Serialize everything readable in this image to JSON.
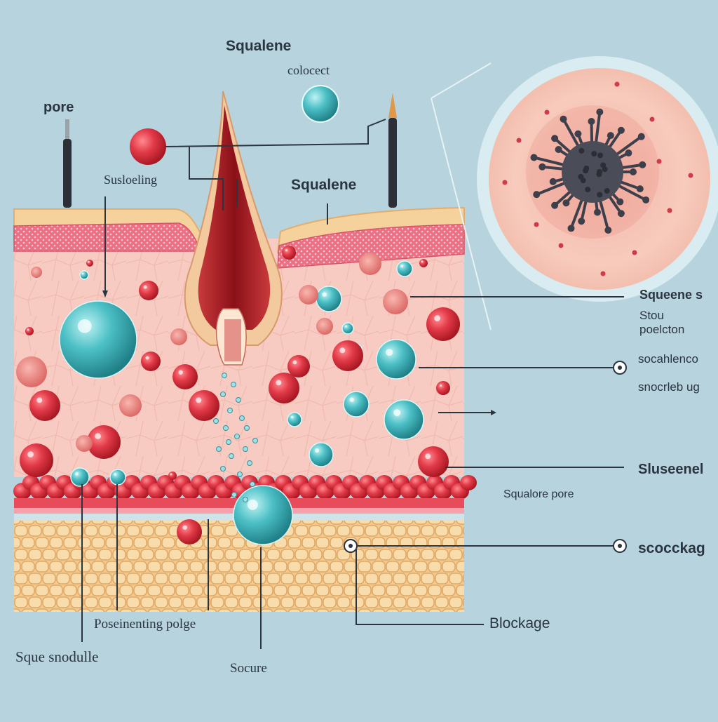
{
  "labels": {
    "squalene_top": "Squalene",
    "colocect": "colocect",
    "pore": "pore",
    "susloeling": "Susloeling",
    "squalene_mid": "Squalene",
    "squeene": "Squeene s",
    "stou": "Stou",
    "poelcton": "poelcton",
    "socahlenco": "socahlenco",
    "snocrleb": "snocrleb ug",
    "sluseenel": "Sluseenel",
    "squalore_pore": "Squalore pore",
    "scocckag": "scocckag",
    "blockage": "Blockage",
    "poseinenting": "Poseinenting polge",
    "sque_snodulle": "Sque snodulle",
    "socure": "Socure"
  },
  "colors": {
    "background": "#b6d3de",
    "skin": "#f6c8c0",
    "red_cell": "#e23a48",
    "blue_cell": "#4cc0c6",
    "fat": "#f6d29a",
    "bacteria": "#3d3f4a",
    "leader_line": "#2a3540"
  }
}
